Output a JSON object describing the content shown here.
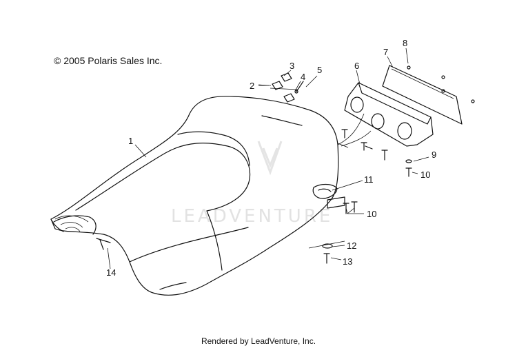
{
  "copyright": "© 2005 Polaris Sales Inc.",
  "footer": "Rendered by LeadVenture, Inc.",
  "watermark": "LEADVENTURE",
  "callouts": [
    "1",
    "2",
    "3",
    "4",
    "5",
    "6",
    "7",
    "8",
    "9",
    "10",
    "10",
    "11",
    "12",
    "13",
    "14"
  ]
}
